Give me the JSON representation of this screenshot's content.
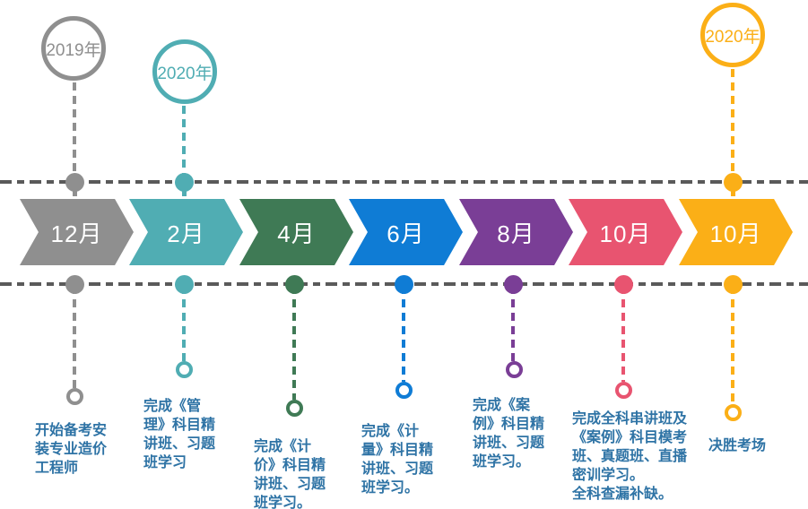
{
  "diagram": {
    "type": "timeline",
    "axis_color": "#5a5a5a",
    "description_color": "#2e73a5",
    "year_markers": [
      {
        "label": "2019年",
        "color": "#8f8f8f"
      },
      {
        "label": "2020年",
        "color": "#50adb3"
      },
      {
        "label": "2020年",
        "color": "#fbaf17"
      }
    ],
    "milestones": [
      {
        "month": "12月",
        "color": "#8f8f8f",
        "description": "开始备考安\n装专业造价\n工程师"
      },
      {
        "month": "2月",
        "color": "#50adb3",
        "description": "完成《管\n理》科目精\n讲班、习题\n班学习"
      },
      {
        "month": "4月",
        "color": "#3f7a55",
        "description": "完成《计\n价》科目精\n讲班、习题\n班学习。"
      },
      {
        "month": "6月",
        "color": "#0f7cd5",
        "description": "完成《计\n量》科目精\n讲班、习题\n班学习。"
      },
      {
        "month": "8月",
        "color": "#7a3e96",
        "description": "完成《案\n例》科目精\n讲班、习题\n班学习。"
      },
      {
        "month": "10月",
        "color": "#e85470",
        "description": "完成全科串讲班及\n《案例》科目模考\n班、真题班、直播\n密训学习。\n全科查漏补缺。"
      },
      {
        "month": "10月",
        "color": "#fbaf17",
        "description": "决胜考场"
      }
    ]
  }
}
